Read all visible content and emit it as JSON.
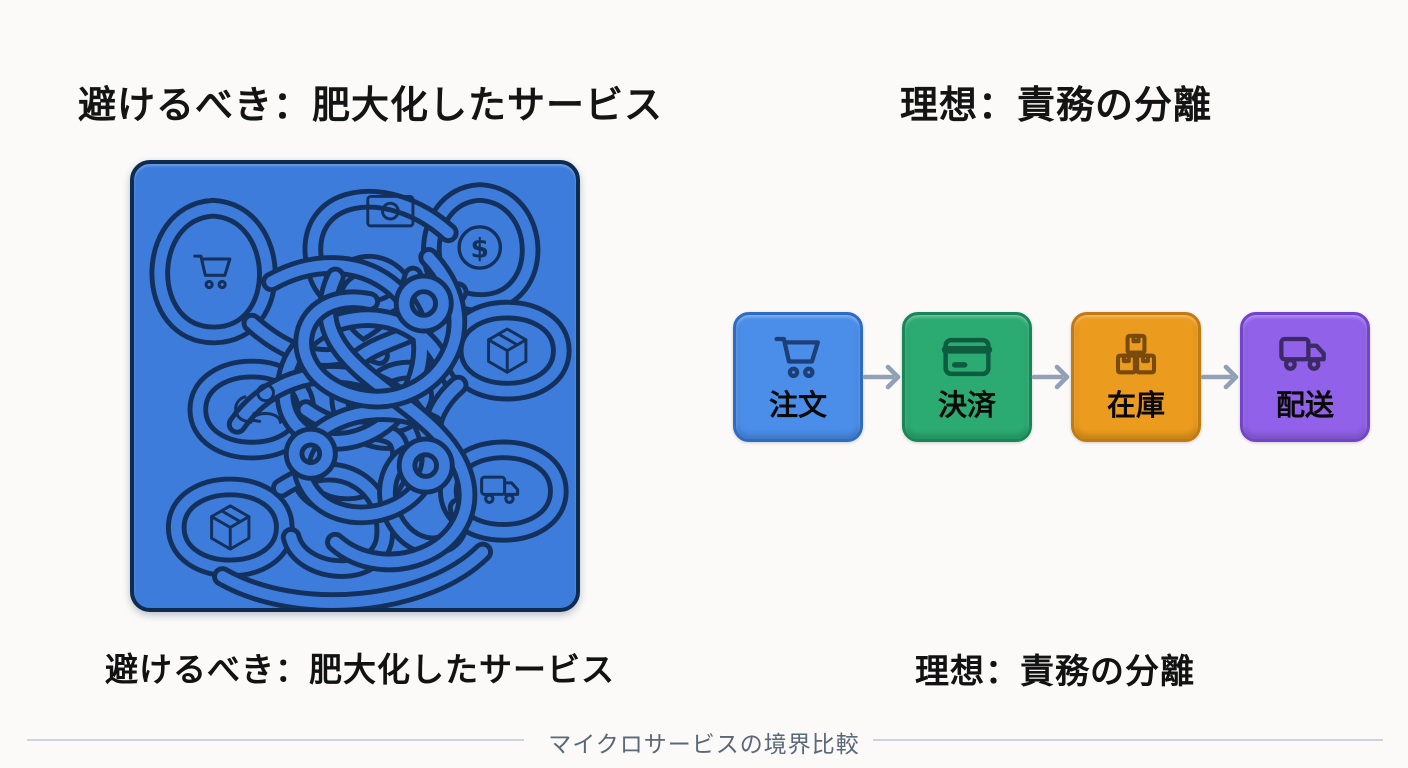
{
  "slide": {
    "background": "#fbfaf8",
    "footer_label": "マイクロサービスの境界比較",
    "footer_color": "#5a6878",
    "footer_line_color": "#cdd4dc"
  },
  "left_panel": {
    "heading": "避けるべき：肥大化したサービス",
    "caption": "避けるべき：肥大化したサービス",
    "monolith_box": {
      "fill": "#3e7cdb",
      "border_color": "#0e2b50",
      "rope_color": "#13315c",
      "icons": [
        "cart-icon",
        "banknote-icon",
        "dollar-coin-icon",
        "package-icon",
        "user-refresh-icon",
        "package-icon",
        "delivery-truck-icon"
      ]
    }
  },
  "right_panel": {
    "heading": "理想：責務の分離",
    "caption": "理想：責務の分離",
    "arrow_color": "#91a0b4",
    "services": [
      {
        "label": "注文",
        "icon": "cart-icon",
        "fill": "#4a8ee9",
        "border": "#2d6cc4",
        "icon_color": "#1d3f78"
      },
      {
        "label": "決済",
        "icon": "credit-card-icon",
        "fill": "#2bab72",
        "border": "#17875a",
        "icon_color": "#0d5c40"
      },
      {
        "label": "在庫",
        "icon": "boxes-icon",
        "fill": "#eb9b1d",
        "border": "#c37b10",
        "icon_color": "#794a0e"
      },
      {
        "label": "配送",
        "icon": "truck-icon",
        "fill": "#9162e9",
        "border": "#7342cf",
        "icon_color": "#3b2a66"
      }
    ]
  }
}
